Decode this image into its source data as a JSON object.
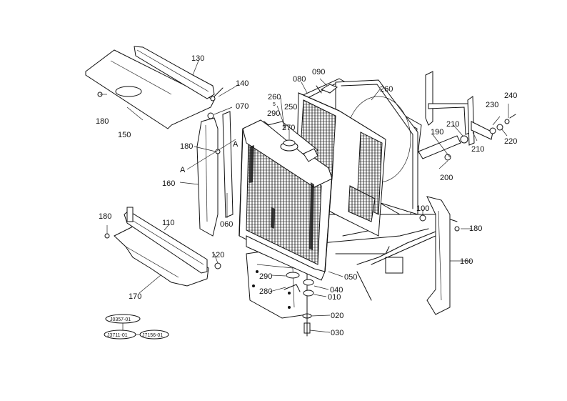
{
  "labels": {
    "p010": "010",
    "p020": "020",
    "p030": "030",
    "p040": "040",
    "p050": "050",
    "p060": "060",
    "p070": "070",
    "p080": "080",
    "p090": "090",
    "p100": "100",
    "p110": "110",
    "p120": "120",
    "p130": "130",
    "p140": "140",
    "p150": "150",
    "p160a": "160",
    "p160b": "160",
    "p170": "170",
    "p180a": "180",
    "p180b": "180",
    "p180c": "180",
    "p180d": "180",
    "p190": "190",
    "p200": "200",
    "p210a": "210",
    "p210b": "210",
    "p220": "220",
    "p230": "230",
    "p240": "240",
    "p250": "250",
    "p260a": "260",
    "p260b": "260",
    "p270": "270",
    "p280": "280",
    "p290a": "290",
    "p290b": "290",
    "ref_a1": "A",
    "ref_a2": "A",
    "ref_5": "5"
  },
  "serials": {
    "s1": "J0357-01",
    "s2": "J3711-01",
    "s3": "J7156-01"
  }
}
